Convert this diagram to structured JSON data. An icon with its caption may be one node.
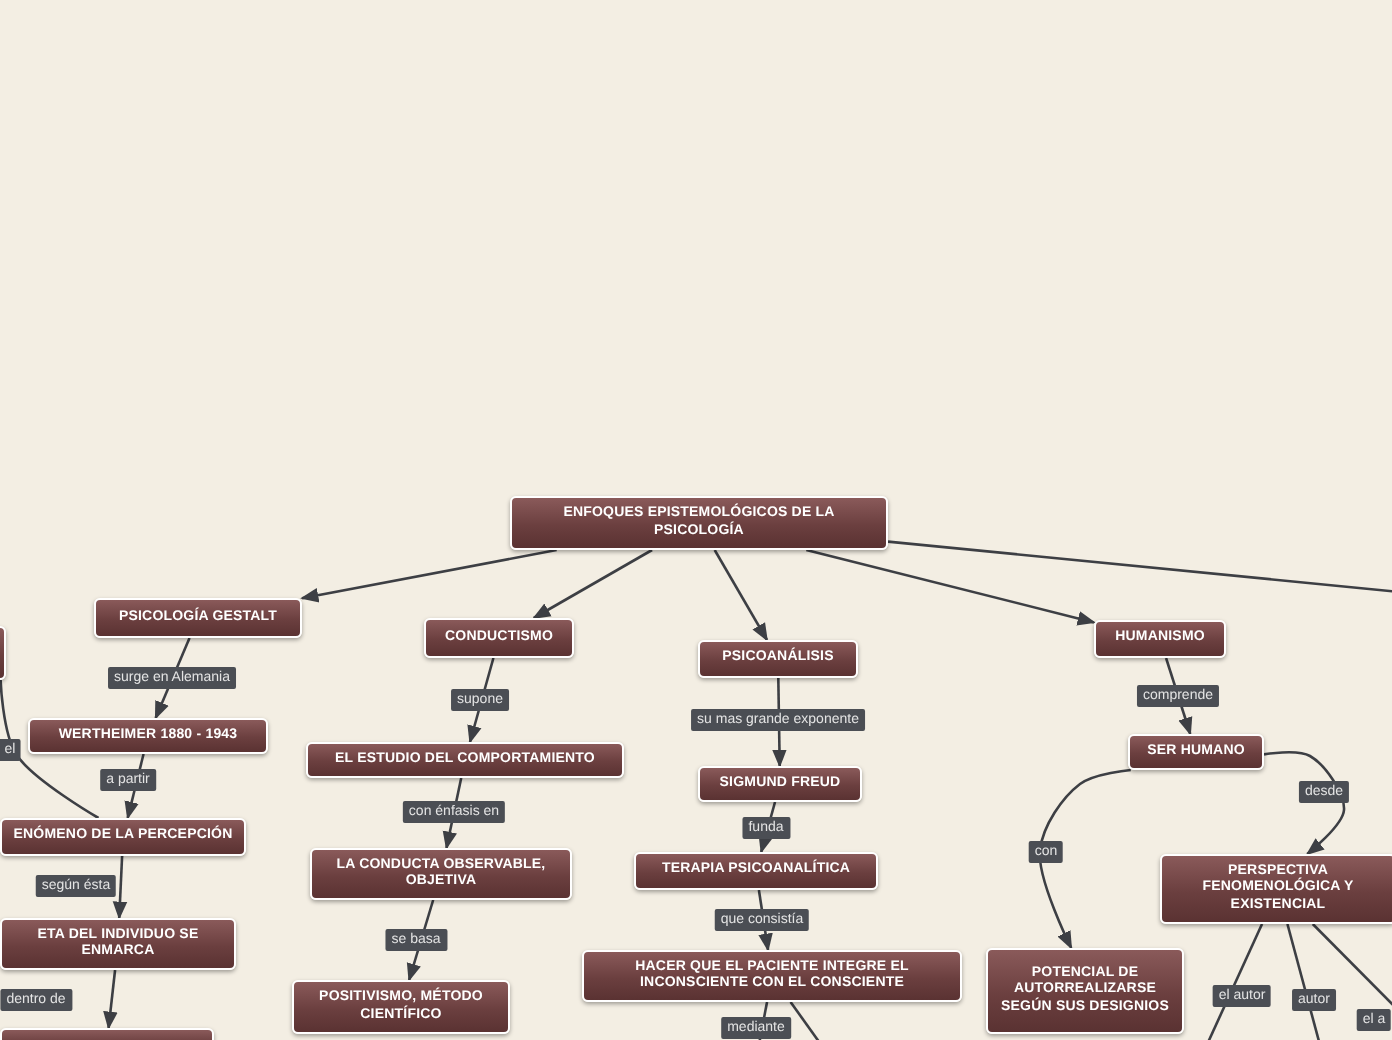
{
  "diagram": {
    "nodes": [
      {
        "text": [
          "ENFOQUES EPISTEMOLÓGICOS DE LA PSICOLOGÍA"
        ]
      },
      {
        "text": [
          "PSICOLOGÍA GESTALT"
        ]
      },
      {
        "text": [
          "CONDUCTISMO"
        ]
      },
      {
        "text": [
          "PSICOANÁLISIS"
        ]
      },
      {
        "text": [
          "HUMANISMO"
        ]
      },
      {
        "text": [
          "WERTHEIMER 1880 - 1943"
        ]
      },
      {
        "text": [
          "ENÓMENO DE LA PERCEPCIÓN"
        ]
      },
      {
        "text": [
          "ETA DEL INDIVIDUO SE ENMARCA"
        ]
      },
      {
        "text": [],
        "shape": "box"
      },
      {
        "text": [],
        "shape": "box"
      },
      {
        "text": [
          "EL ESTUDIO DEL COMPORTAMIENTO"
        ]
      },
      {
        "text": [
          "LA CONDUCTA OBSERVABLE, OBJETIVA"
        ]
      },
      {
        "text": [
          "POSITIVISMO, MÉTODO CIENTÍFICO"
        ]
      },
      {
        "text": [
          "SIGMUND FREUD"
        ]
      },
      {
        "text": [
          "TERAPIA PSICOANALÍTICA"
        ]
      },
      {
        "text": [
          "HACER QUE EL PACIENTE INTEGRE EL INCONSCIENTE CON EL CONSCIENTE"
        ]
      },
      {
        "text": [
          "SER HUMANO"
        ]
      },
      {
        "text": [
          "PERSPECTIVA FENOMENOLÓGICA Y EXISTENCIAL"
        ]
      },
      {
        "text": [
          "POTENCIAL DE AUTORREALIZARSE SEGÚN SUS DESIGNIOS"
        ]
      }
    ],
    "edges": [
      {
        "from": 0,
        "to": 1,
        "arrow": "to"
      },
      {
        "from": 0,
        "to": 2,
        "arrow": "to"
      },
      {
        "from": 0,
        "to": 3,
        "arrow": "to"
      },
      {
        "from": 0,
        "to": 4,
        "arrow": "to"
      },
      {
        "from": 0,
        "to": null,
        "arrow": "none"
      },
      {
        "from": 1,
        "to": 5,
        "arrow": "to",
        "label": "surge en Alemania"
      },
      {
        "from": 5,
        "to": 6,
        "arrow": "to",
        "label": "a partir"
      },
      {
        "from": 6,
        "to": 7,
        "arrow": "to",
        "label": "según ésta"
      },
      {
        "from": 7,
        "to": 9,
        "arrow": "to",
        "label": "dentro de"
      },
      {
        "from": 8,
        "to": 6,
        "arrow": "none",
        "label": "el"
      },
      {
        "from": 2,
        "to": 10,
        "arrow": "to",
        "label": "supone"
      },
      {
        "from": 10,
        "to": 11,
        "arrow": "to",
        "label": "con énfasis en"
      },
      {
        "from": 11,
        "to": 12,
        "arrow": "to",
        "label": "se basa"
      },
      {
        "from": 3,
        "to": 13,
        "arrow": "to",
        "label": "su mas grande exponente"
      },
      {
        "from": 13,
        "to": 14,
        "arrow": "to",
        "label": "funda"
      },
      {
        "from": 14,
        "to": 15,
        "arrow": "to",
        "label": "que consistía"
      },
      {
        "from": 15,
        "to": null,
        "arrow": "none",
        "label": "mediante"
      },
      {
        "from": 15,
        "to": null,
        "arrow": "none"
      },
      {
        "from": 4,
        "to": 16,
        "arrow": "to",
        "label": "comprende"
      },
      {
        "from": 16,
        "to": 17,
        "arrow": "to",
        "label": "desde"
      },
      {
        "from": 16,
        "to": 18,
        "arrow": "to",
        "label": "con"
      },
      {
        "from": 17,
        "to": null,
        "arrow": "none",
        "label": "el autor"
      },
      {
        "from": 17,
        "to": null,
        "arrow": "none",
        "label": "autor"
      },
      {
        "from": 17,
        "to": null,
        "arrow": "none",
        "label": "el a"
      }
    ]
  }
}
